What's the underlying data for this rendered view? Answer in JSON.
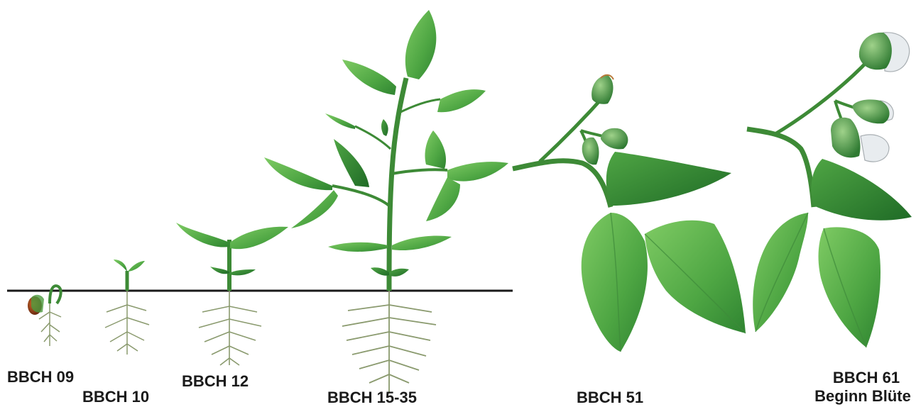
{
  "stages": [
    {
      "id": "bbch09",
      "label": "BBCH 09"
    },
    {
      "id": "bbch10",
      "label": "BBCH 10"
    },
    {
      "id": "bbch12",
      "label": "BBCH 12"
    },
    {
      "id": "bbch1535",
      "label": "BBCH 15-35"
    },
    {
      "id": "bbch51",
      "label": "BBCH 51"
    },
    {
      "id": "bbch61",
      "label": "BBCH 61",
      "sublabel": "Beginn Blüte"
    }
  ],
  "colors": {
    "leaf_light": "#6fc05a",
    "leaf_mid": "#3f9a3a",
    "leaf_dark": "#2a7a2c",
    "stem": "#3d8a36",
    "root": "#8a9a6e",
    "seed": "#a0461c",
    "soil_line": "#1a1a1a",
    "petal": "#e8ecef"
  }
}
